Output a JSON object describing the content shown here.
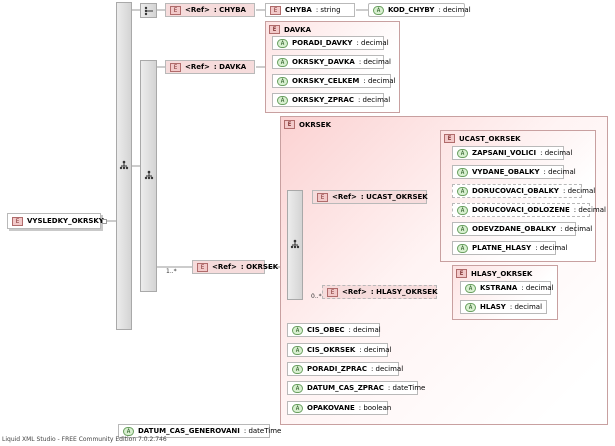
{
  "root": {
    "badge": "E",
    "label": "VYSLEDKY_OKRSKY"
  },
  "chyba": {
    "ref": {
      "badge": "E",
      "prefix": "<Ref>",
      "name": ": CHYBA"
    },
    "type_node": {
      "badge": "E",
      "name": "CHYBA",
      "type": ": string"
    },
    "attr": {
      "badge": "A",
      "name": "KOD_CHYBY",
      "type": ": decimal"
    }
  },
  "davka": {
    "ref": {
      "badge": "E",
      "prefix": "<Ref>",
      "name": ": DAVKA"
    },
    "group_title": "DAVKA",
    "attrs": [
      {
        "badge": "A",
        "name": "PORADI_DAVKY",
        "type": ": decimal"
      },
      {
        "badge": "A",
        "name": "OKRSKY_DAVKA",
        "type": ": decimal"
      },
      {
        "badge": "A",
        "name": "OKRSKY_CELKEM",
        "type": ": decimal"
      },
      {
        "badge": "A",
        "name": "OKRSKY_ZPRAC",
        "type": ": decimal"
      }
    ]
  },
  "okrsek": {
    "ref": {
      "badge": "E",
      "prefix": "<Ref>",
      "name": ": OKRSEK",
      "multiplicity": "1..*"
    },
    "group_title": "OKRSEK",
    "ucast_ref": {
      "badge": "E",
      "prefix": "<Ref>",
      "name": ": UCAST_OKRSEK"
    },
    "ucast_group_title": "UCAST_OKRSEK",
    "ucast_attrs": [
      {
        "badge": "A",
        "name": "ZAPSANI_VOLICI",
        "type": ": decimal"
      },
      {
        "badge": "A",
        "name": "VYDANE_OBALKY",
        "type": ": decimal"
      },
      {
        "badge": "A",
        "name": "DORUCOVACI_OBALKY",
        "type": ": decimal"
      },
      {
        "badge": "A",
        "name": "DORUCOVACI_ODLOZENE",
        "type": ": decimal"
      },
      {
        "badge": "A",
        "name": "ODEVZDANE_OBALKY",
        "type": ": decimal"
      },
      {
        "badge": "A",
        "name": "PLATNE_HLASY",
        "type": ": decimal"
      }
    ],
    "hlasy_ref": {
      "badge": "E",
      "prefix": "<Ref>",
      "name": ": HLASY_OKRSEK",
      "multiplicity": "0..*"
    },
    "hlasy_group_title": "HLASY_OKRSEK",
    "hlasy_attrs": [
      {
        "badge": "A",
        "name": "KSTRANA",
        "type": ": decimal"
      },
      {
        "badge": "A",
        "name": "HLASY",
        "type": ": decimal"
      }
    ],
    "attrs": [
      {
        "badge": "A",
        "name": "CIS_OBEC",
        "type": ": decimal"
      },
      {
        "badge": "A",
        "name": "CIS_OKRSEK",
        "type": ": decimal"
      },
      {
        "badge": "A",
        "name": "PORADI_ZPRAC",
        "type": ": decimal"
      },
      {
        "badge": "A",
        "name": "DATUM_CAS_ZPRAC",
        "type": ": dateTime"
      },
      {
        "badge": "A",
        "name": "OPAKOVANE",
        "type": ": boolean"
      }
    ]
  },
  "generated_attr": {
    "badge": "A",
    "name": "DATUM_CAS_GENEROVANI",
    "type": ": dateTime"
  },
  "footer": "Liquid XML Studio - FREE Community Edition 7.0.2.746"
}
